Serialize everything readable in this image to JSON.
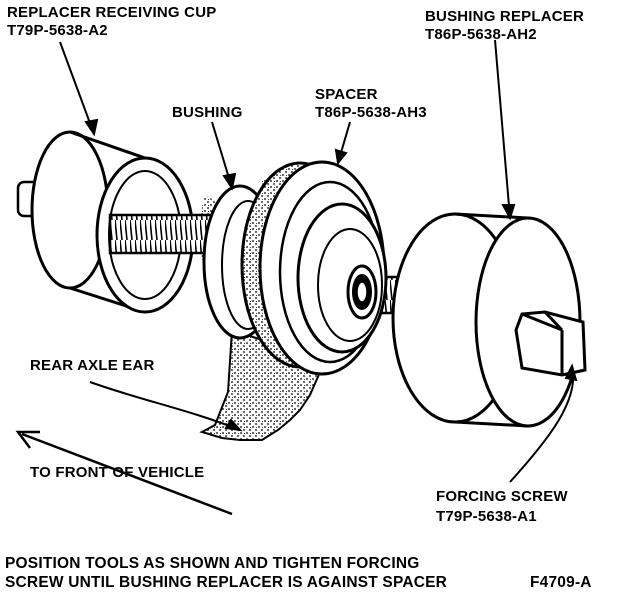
{
  "labels": {
    "receiving_cup_name": "REPLACER RECEIVING CUP",
    "receiving_cup_part": "T79P-5638-A2",
    "bushing": "BUSHING",
    "spacer_name": "SPACER",
    "spacer_part": "T86P-5638-AH3",
    "bushing_replacer_name": "BUSHING REPLACER",
    "bushing_replacer_part": "T86P-5638-AH2",
    "rear_axle_ear": "REAR AXLE EAR",
    "to_front": "TO FRONT OF VEHICLE",
    "forcing_screw_name": "FORCING SCREW",
    "forcing_screw_part": "T79P-5638-A1"
  },
  "caption": {
    "line1": "POSITION TOOLS AS SHOWN AND TIGHTEN FORCING",
    "line2": "SCREW UNTIL BUSHING REPLACER IS AGAINST SPACER",
    "figure_id": "F4709-A"
  },
  "colors": {
    "ink": "#000000",
    "paper": "#ffffff"
  }
}
